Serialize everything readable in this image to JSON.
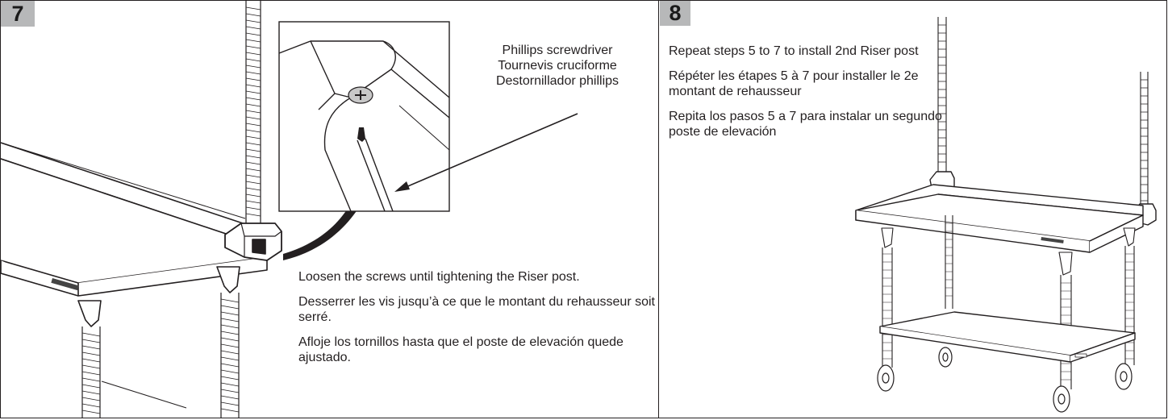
{
  "step7": {
    "number": "7",
    "tool_label": [
      "Phillips screwdriver",
      "Tournevis cruciforme",
      "Destornillador phillips"
    ],
    "paragraphs": [
      "Loosen the screws until tightening the Riser post.",
      "Desserrer les vis jusqu’à ce que le montant du rehausseur soit serré.",
      "Afloje los tornillos hasta que el poste de elevación quede ajustado."
    ]
  },
  "step8": {
    "number": "8",
    "paragraphs": [
      "Repeat steps 5 to 7 to install 2nd Riser post",
      "Répéter les étapes 5 à 7 pour installer le 2e montant de rehausseur",
      "Repita los pasos 5 a 7 para instalar un segundo poste de elevación"
    ]
  },
  "colors": {
    "badge": "#b7b8b9",
    "line": "#231f20",
    "panel_bg": "#ffffff"
  },
  "icons": [
    "screw-icon",
    "screwdriver-icon",
    "riser-post-icon",
    "cart-icon",
    "caster-wheel-icon"
  ]
}
